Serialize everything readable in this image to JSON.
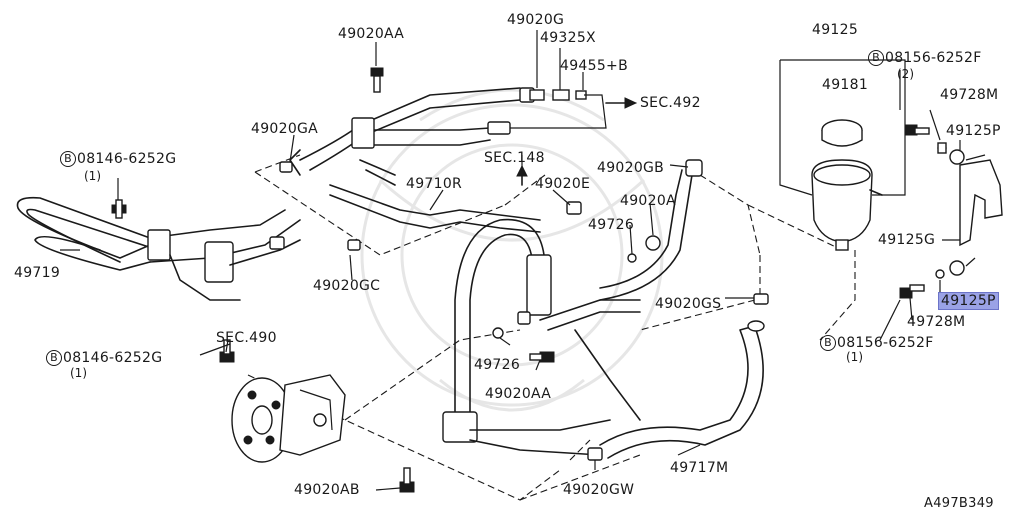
{
  "diagram": {
    "reference": "A497B349",
    "bolt_symbol": "B",
    "labels": {
      "p49020AA_top": "49020AA",
      "p49020G": "49020G",
      "p49325X": "49325X",
      "p49455B": "49455+B",
      "sec492": "SEC.492",
      "p49125": "49125",
      "p49181": "49181",
      "b08156_top": "08156-6252F",
      "b08156_top_qty": "(2)",
      "p49728M_top": "49728M",
      "p49125P_top": "49125P",
      "p49020GA": "49020GA",
      "b08146_left": "08146-6252G",
      "b08146_left_qty": "(1)",
      "sec148": "SEC.148",
      "p49020GB": "49020GB",
      "p49710R": "49710R",
      "p49020E": "49020E",
      "p49020A": "49020A",
      "p49726_top": "49726",
      "p49719": "49719",
      "p49020GC": "49020GC",
      "p49125G": "49125G",
      "p49020GS": "49020GS",
      "p49125P_hl": "49125P",
      "p49728M_bot": "49728M",
      "sec490": "SEC.490",
      "b08156_bot": "08156-6252F",
      "b08156_bot_qty": "(1)",
      "b08146_bot": "08146-6252G",
      "b08146_bot_qty": "(1)",
      "p49726_bot": "49726",
      "p49020AA_bot": "49020AA",
      "p49717M": "49717M",
      "p49020AB": "49020AB",
      "p49020GW": "49020GW"
    },
    "colors": {
      "line": "#1a1a1a",
      "highlight": "#9aa2e6",
      "watermark": "#e6e6e6"
    }
  }
}
